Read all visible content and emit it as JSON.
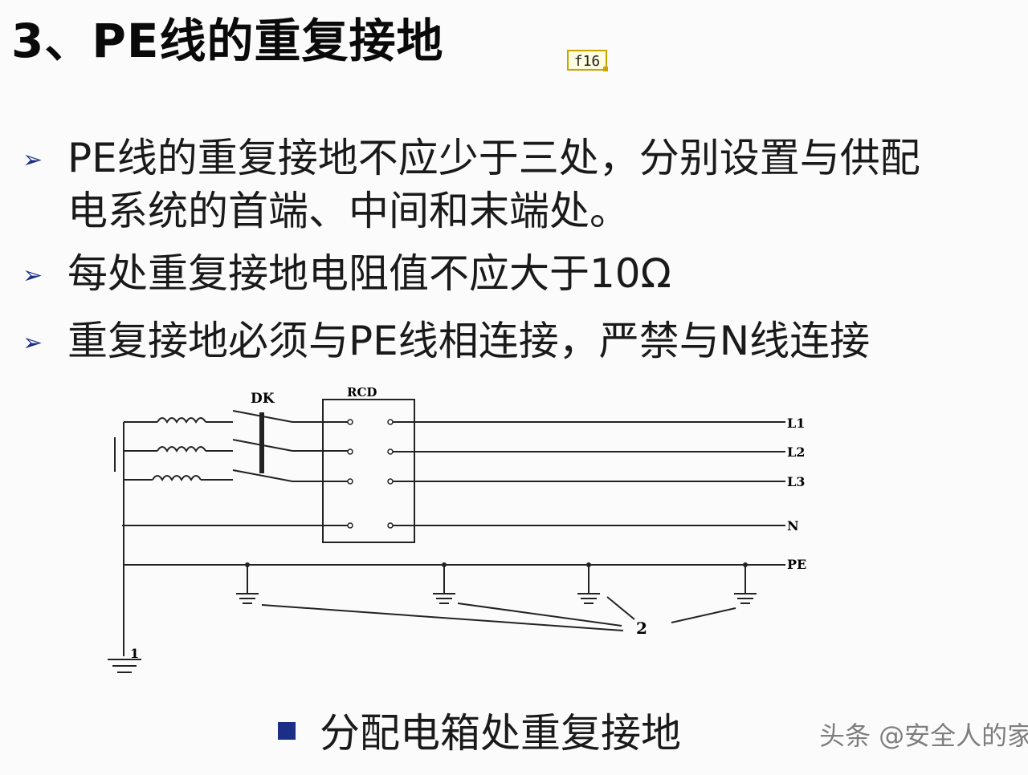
{
  "title": "3、PE线的重复接地",
  "tag": "f16",
  "bullets": [
    {
      "line1": "PE线的重复接地不应少于三处，分别设置与供配",
      "line2": "电系统的首端、中间和末端处。"
    },
    {
      "line1": "每处重复接地电阻值不应大于10Ω"
    },
    {
      "line1": "重复接地必须与PE线相连接，严禁与N线连接"
    }
  ],
  "diagram": {
    "dk_label": "DK",
    "rcd_label": "RCD",
    "line_labels": [
      "L1",
      "L2",
      "L3",
      "N",
      "PE"
    ],
    "ground_1_label": "1",
    "ground_2_label": "2"
  },
  "caption": "分配电箱处重复接地",
  "watermark": "头条 @安全人的家",
  "colors": {
    "accent": "#1b2f86",
    "tag_border": "#c9a400"
  },
  "icons": {
    "bullet": "chevron-right-icon",
    "caption_marker": "square-icon"
  }
}
